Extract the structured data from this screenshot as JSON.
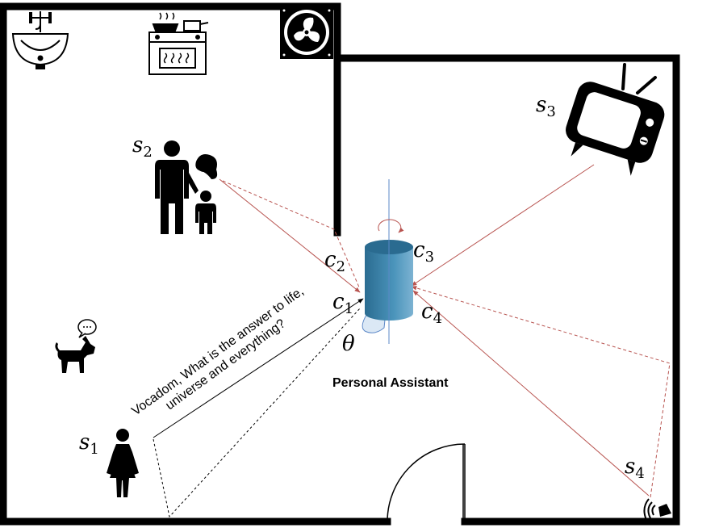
{
  "labels": {
    "s1": {
      "main": "s",
      "sub": "1"
    },
    "s2": {
      "main": "s",
      "sub": "2"
    },
    "s3": {
      "main": "s",
      "sub": "3"
    },
    "s4": {
      "main": "s",
      "sub": "4"
    },
    "c1": {
      "main": "c",
      "sub": "1"
    },
    "c2": {
      "main": "c",
      "sub": "2"
    },
    "c3": {
      "main": "c",
      "sub": "3"
    },
    "c4": {
      "main": "c",
      "sub": "4"
    },
    "theta": "θ"
  },
  "device_caption": "Personal Assistant",
  "speech": {
    "line1": "Vocadom, What is the answer to life,",
    "line2": "universe and everything?"
  },
  "colors": {
    "wall": "#000000",
    "signal": "#b85450",
    "device_top": "#2d6f93",
    "device_body": "#3f89b0",
    "axis": "#5b87c7",
    "angle_fill": "#dbe8f5"
  },
  "icons": [
    "sink-icon",
    "stove-icon",
    "fan-icon",
    "family-icon",
    "tv-icon",
    "dog-icon",
    "woman-icon",
    "speaker-icon",
    "door-icon",
    "device-icon"
  ]
}
